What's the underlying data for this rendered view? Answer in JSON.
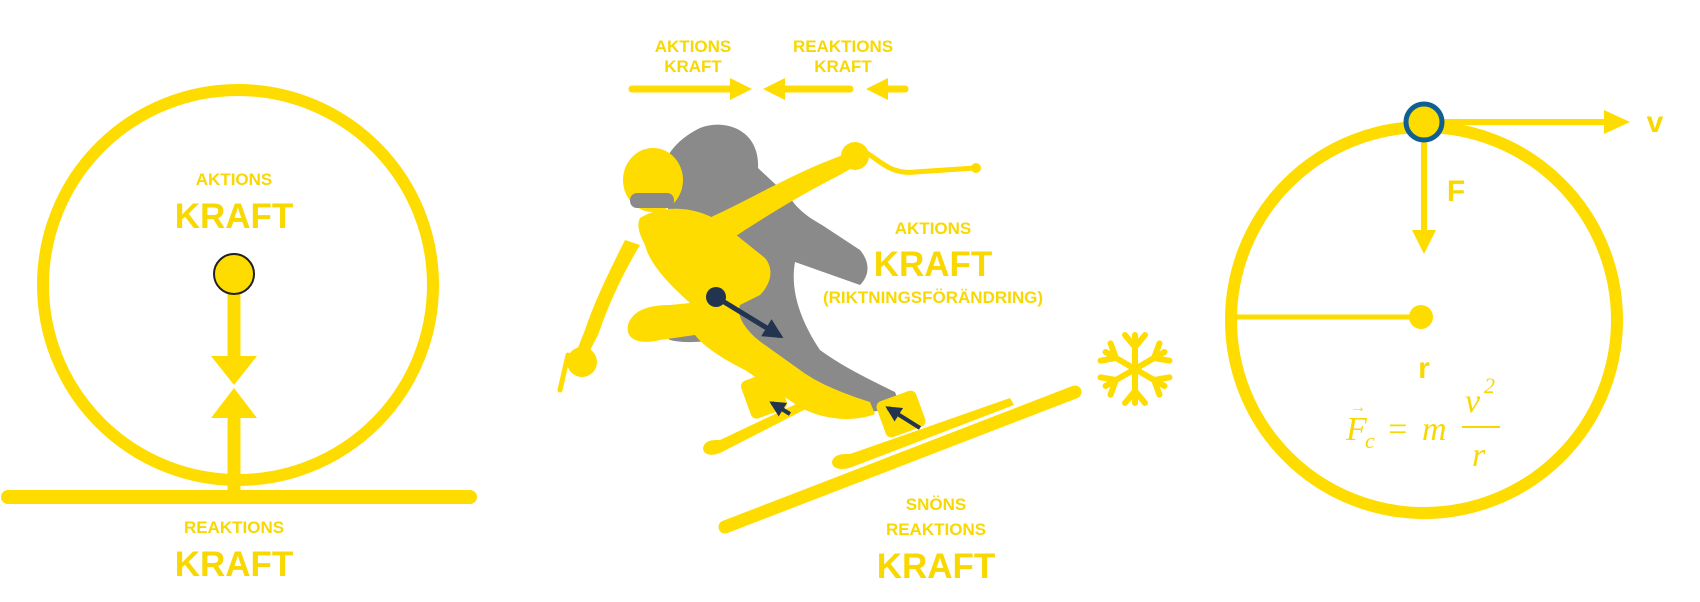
{
  "colors": {
    "yellow": "#ffdc00",
    "label_yellow": "#f8d800",
    "shadow_gray": "#8a8a8a",
    "navy": "#223450",
    "blue_ring": "#0f5f93"
  },
  "left_panel": {
    "action_small": "AKTIONS",
    "action_big": "KRAFT",
    "reaction_small": "REAKTIONS",
    "reaction_big": "KRAFT"
  },
  "middle_panel": {
    "legend_action_1": "AKTIONS",
    "legend_action_2": "KRAFT",
    "legend_reaction_1": "REAKTIONS",
    "legend_reaction_2": "KRAFT",
    "action_small": "AKTIONS",
    "action_big": "KRAFT",
    "action_note": "(RIKTNINGSFÖRÄNDRING)",
    "snow_1": "SNÖNS",
    "snow_2": "REAKTIONS",
    "snow_big": "KRAFT",
    "icons": [
      "skier-icon",
      "snowflake-icon"
    ]
  },
  "right_panel": {
    "velocity": "v",
    "force": "F",
    "radius": "r",
    "formula": {
      "lhs_symbol": "F",
      "lhs_subscript": "c",
      "equals": "=",
      "mass": "m",
      "numerator": "v",
      "exponent": "2",
      "denominator": "r"
    }
  }
}
